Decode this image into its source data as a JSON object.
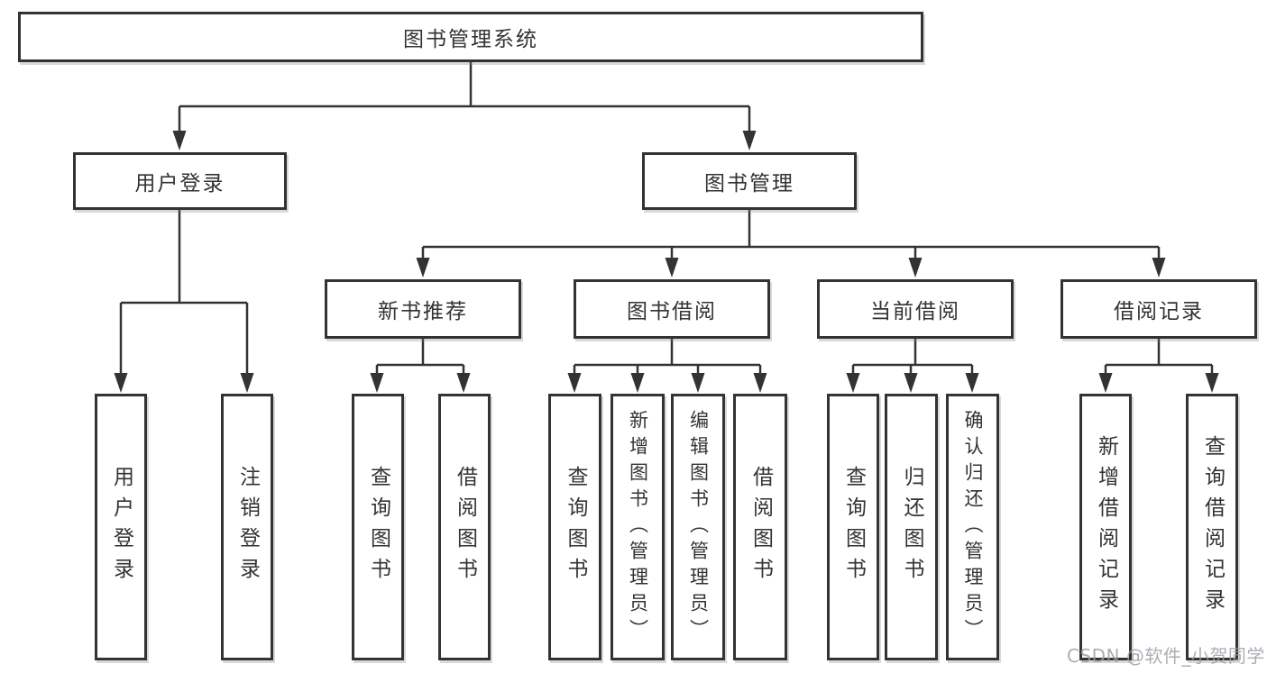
{
  "tree": {
    "label": "图书管理系统",
    "children": [
      {
        "label": "用户登录",
        "children": [
          {
            "label": "用户登录"
          },
          {
            "label": "注销登录"
          }
        ]
      },
      {
        "label": "图书管理",
        "children": [
          {
            "label": "新书推荐",
            "children": [
              {
                "label": "查询图书"
              },
              {
                "label": "借阅图书"
              }
            ]
          },
          {
            "label": "图书借阅",
            "children": [
              {
                "label": "查询图书"
              },
              {
                "label": "新增图书（管理员）"
              },
              {
                "label": "编辑图书（管理员）"
              },
              {
                "label": "借阅图书"
              }
            ]
          },
          {
            "label": "当前借阅",
            "children": [
              {
                "label": "查询图书"
              },
              {
                "label": "归还图书"
              },
              {
                "label": "确认归还（管理员）"
              }
            ]
          },
          {
            "label": "借阅记录",
            "children": [
              {
                "label": "新增借阅记录"
              },
              {
                "label": "查询借阅记录"
              }
            ]
          }
        ]
      }
    ]
  },
  "watermark": {
    "text": "CSDN @软件_小贺同学"
  },
  "colors": {
    "line": "#333333",
    "text": "#333333",
    "box_background": "#ffffff",
    "page_background": "#ffffff",
    "watermark": "#9ba0a8"
  }
}
